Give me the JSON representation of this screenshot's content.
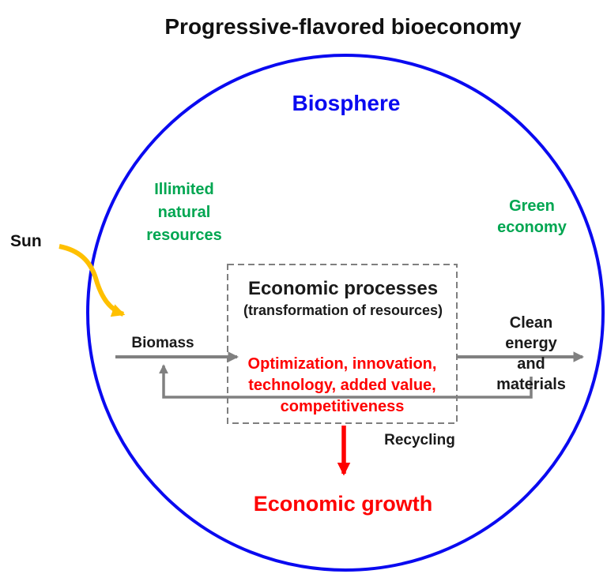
{
  "title": "Progressive-flavored bioeconomy",
  "biosphere": {
    "label": "Biosphere",
    "circle_color": "#0a0af0"
  },
  "sun": {
    "label": "Sun",
    "arrow_color": "#ffc000"
  },
  "regions": {
    "illimited_natural_resources": "Illimited\nnatural\nresources",
    "green_economy": "Green\neconomy",
    "text_color": "#00a651"
  },
  "economic_processes": {
    "title": "Economic processes",
    "subtitle": "(transformation of resources)",
    "red_text": "Optimization, innovation,\ntechnology, added value,\ncompetitiveness",
    "box_border_color": "#7f7f7f",
    "red_text_color": "#fe0000"
  },
  "flows": {
    "biomass_label": "Biomass",
    "clean_energy_label": "Clean\nenergy and\nmaterials",
    "recycling_label": "Recycling",
    "arrow_color": "#808080"
  },
  "outcome": {
    "economic_growth_label": "Economic growth",
    "arrow_color": "#fe0000"
  }
}
